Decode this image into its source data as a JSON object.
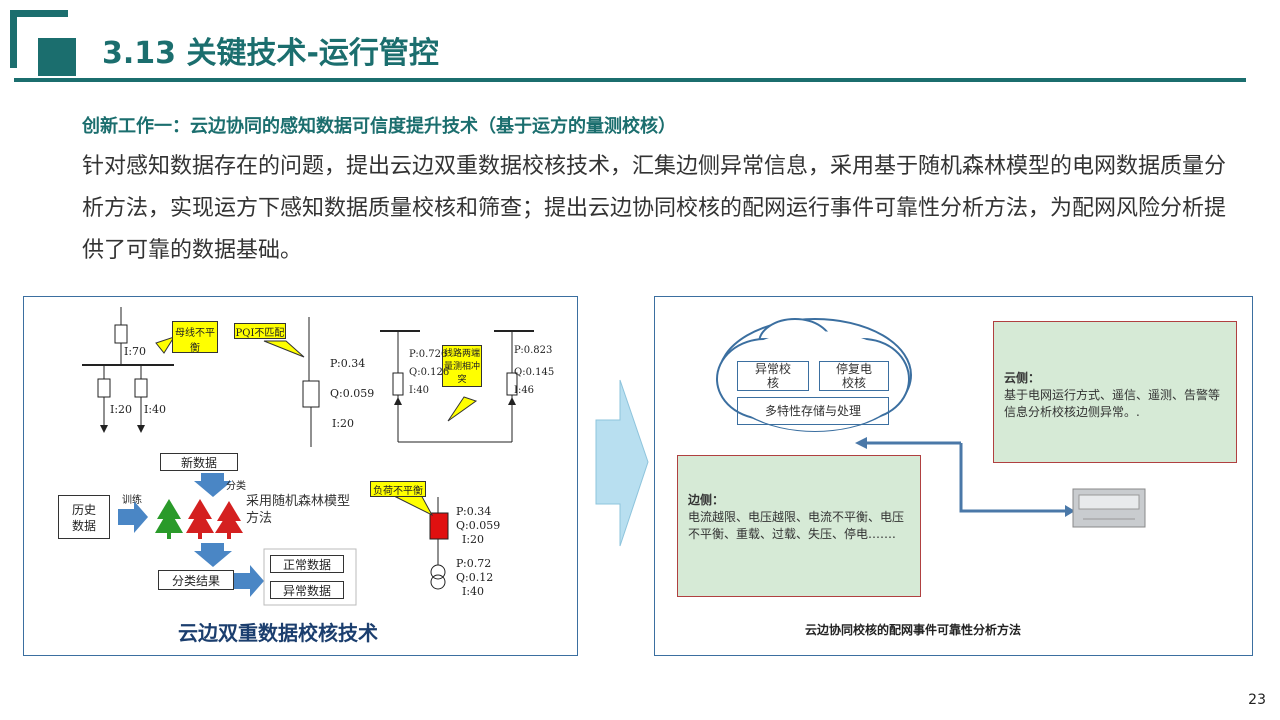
{
  "header": {
    "title": "3.13 关键技术-运行管控"
  },
  "content": {
    "subtitle": "创新工作一：云边协同的感知数据可信度提升技术（基于运方的量测校核）",
    "paragraph": "针对感知数据存在的问题，提出云边双重数据校核技术，汇集边侧异常信息，采用基于随机森林模型的电网数据质量分析方法，实现运方下感知数据质量校核和筛查；提出云边协同校核的配网运行事件可靠性分析方法，为配网风险分析提供了可靠的数据基础。"
  },
  "left_panel": {
    "caption": "云边双重数据校核技术",
    "callouts": {
      "busbar": "母线不平衡",
      "pqi": "PQI不匹配",
      "line": "线路两端量测相冲突",
      "load": "负荷不平衡"
    },
    "labels": {
      "i70": "I:70",
      "i20a": "I:20",
      "i40a": "I:40",
      "p034": "P:0.34",
      "q0059": "Q:0.059",
      "i20b": "I:20",
      "p0726": "P:0.726",
      "q0126": "Q:0.126",
      "i40b": "I:40",
      "p0823": "P:0.823",
      "q0145": "Q:0.145",
      "i46": "I:46",
      "p034b": "P:0.34",
      "q0059b": "Q:0.059",
      "i20c": "I:20",
      "p072": "P:0.72",
      "q012": "Q:0.12",
      "i40c": "I:40"
    },
    "flow": {
      "new_data": "新数据",
      "classify": "分类",
      "train": "训练",
      "history": "历史\n数据",
      "method": "采用随机森林模型方法",
      "result": "分类结果",
      "normal": "正常数据",
      "abnormal": "异常数据"
    }
  },
  "right_panel": {
    "caption": "云边协同校核的配网事件可靠性分析方法",
    "cloud_boxes": {
      "abnormal_check": "异常校核",
      "outage_check": "停复电校核",
      "storage": "多特性存储与处理"
    },
    "cloud_side": {
      "title": "云侧：",
      "text": "基于电网运行方式、遥信、遥测、告警等信息分析校核边侧异常。."
    },
    "edge_side": {
      "title": "边侧：",
      "text": "电流越限、电压越限、电流不平衡、电压不平衡、重载、过载、失压、停电……."
    }
  },
  "footer": {
    "page_number": "23"
  },
  "colors": {
    "accent": "#1b6e6e",
    "panel_border": "#3b6fa0",
    "callout_yellow": "#ffff00",
    "green_box": "#d6ead6"
  }
}
